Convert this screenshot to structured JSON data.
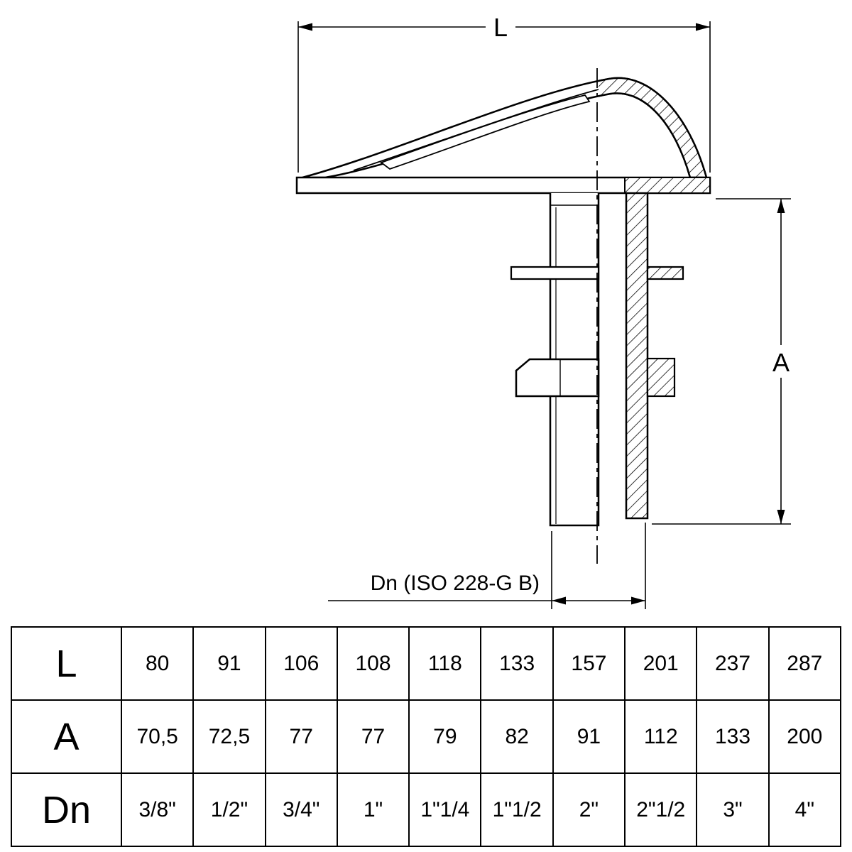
{
  "drawing": {
    "dim_L_label": "L",
    "dim_A_label": "A",
    "dim_Dn_label": "Dn (ISO 228-G B)"
  },
  "table": {
    "rows": [
      {
        "label": "L",
        "values": [
          "80",
          "91",
          "106",
          "108",
          "118",
          "133",
          "157",
          "201",
          "237",
          "287"
        ]
      },
      {
        "label": "A",
        "values": [
          "70,5",
          "72,5",
          "77",
          "77",
          "79",
          "82",
          "91",
          "112",
          "133",
          "200"
        ]
      },
      {
        "label": "Dn",
        "values": [
          "3/8\"",
          "1/2\"",
          "3/4\"",
          "1\"",
          "1\"1/4",
          "1\"1/2",
          "2\"",
          "2\"1/2",
          "3\"",
          "4\""
        ]
      }
    ]
  }
}
